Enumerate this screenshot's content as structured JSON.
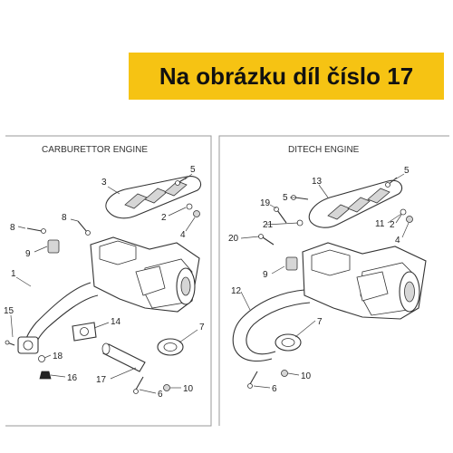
{
  "banner": {
    "text": "Na obrázku díl číslo 17",
    "background": "#f6c313"
  },
  "left_panel": {
    "heading": "CARBURETTOR ENGINE",
    "callouts": [
      "1",
      "2",
      "3",
      "4",
      "5",
      "6",
      "7",
      "8",
      "8",
      "9",
      "10",
      "14",
      "15",
      "16",
      "17",
      "18"
    ]
  },
  "right_panel": {
    "heading": "DITECH ENGINE",
    "callouts": [
      "2",
      "4",
      "5",
      "5",
      "6",
      "7",
      "9",
      "10",
      "11",
      "12",
      "13",
      "19",
      "20",
      "21"
    ]
  },
  "colors": {
    "line": "#333333",
    "frame": "#9a9a9a",
    "shade": "#d6d6d6"
  }
}
